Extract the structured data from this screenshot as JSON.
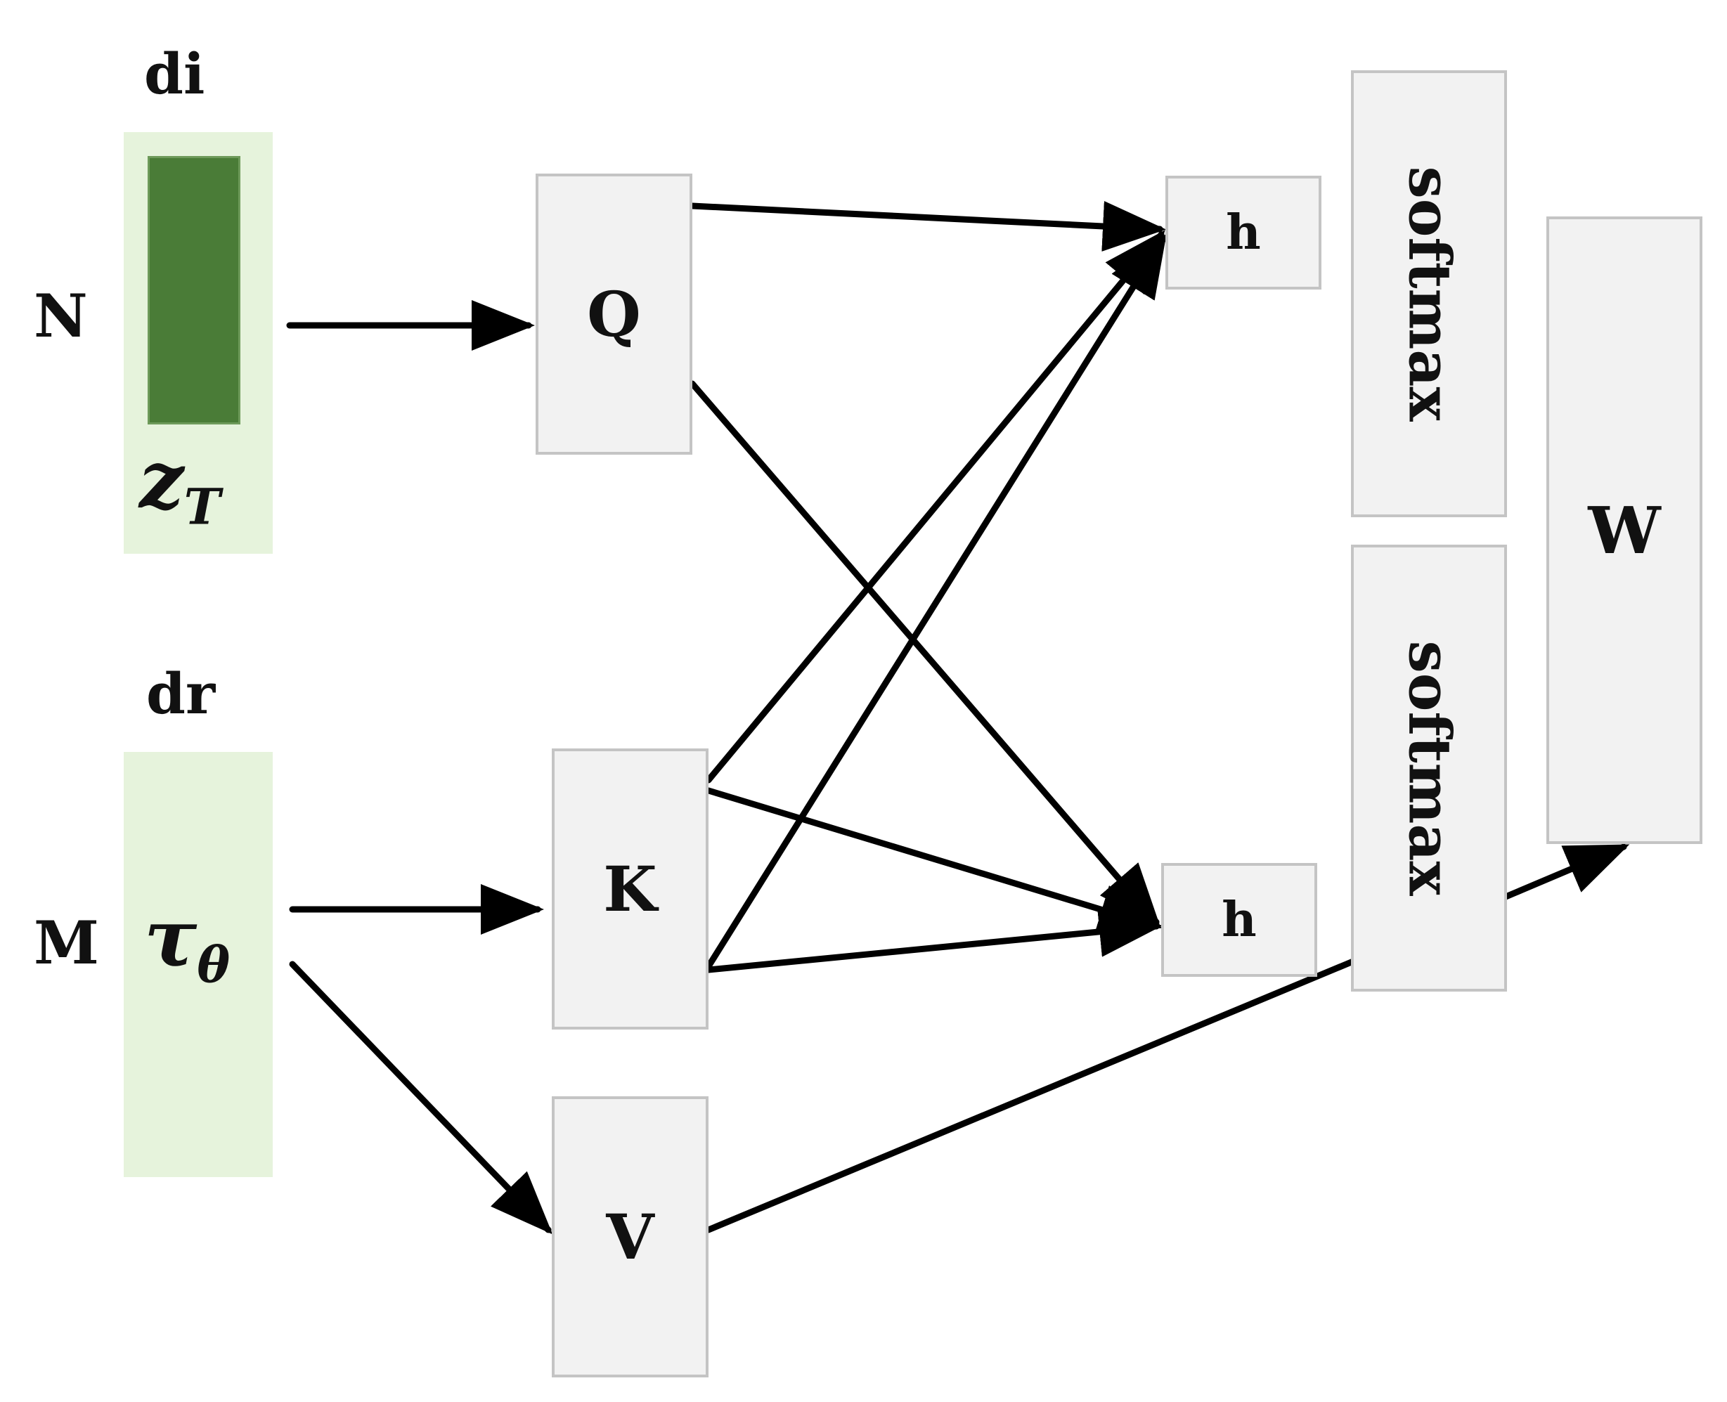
{
  "query_side": {
    "dim_label": "di",
    "rows_label": "N",
    "symbol_base": "z",
    "symbol_sub": "T"
  },
  "context_side": {
    "dim_label": "dr",
    "rows_label": "M",
    "symbol_base": "τ",
    "symbol_sub": "θ"
  },
  "nodes": {
    "q": "Q",
    "k": "K",
    "v": "V",
    "h_top": "h",
    "h_bottom": "h",
    "softmax_top": "softmax",
    "softmax_bottom": "softmax",
    "w": "W"
  },
  "colors": {
    "panel_fill": "#e6f3dc",
    "bar_fill": "#4a7c37",
    "box_fill": "#f2f2f2",
    "box_border": "#c4c4c4",
    "arrow": "#000000"
  }
}
